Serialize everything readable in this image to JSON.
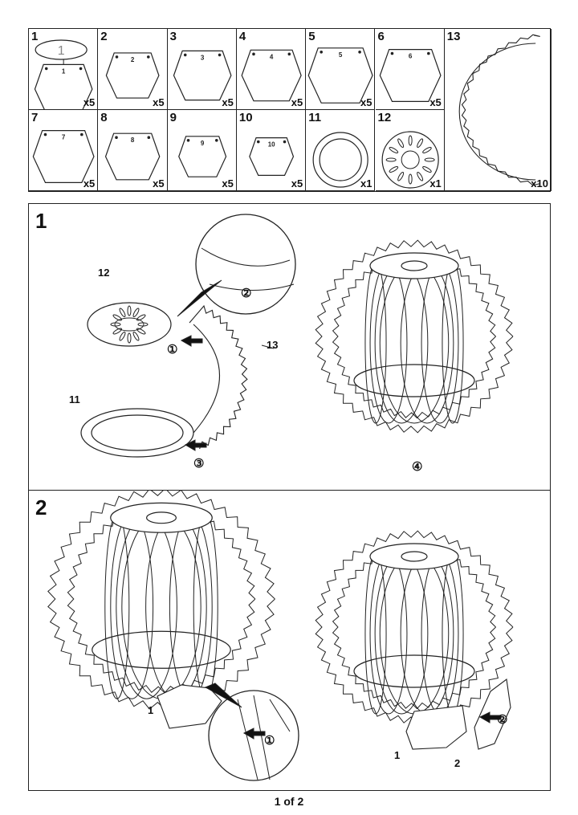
{
  "parts": [
    {
      "num": "1",
      "qty": "x5",
      "label": "1"
    },
    {
      "num": "2",
      "qty": "x5",
      "label": "2"
    },
    {
      "num": "3",
      "qty": "x5",
      "label": "3"
    },
    {
      "num": "4",
      "qty": "x5",
      "label": "4"
    },
    {
      "num": "5",
      "qty": "x5",
      "label": "5"
    },
    {
      "num": "6",
      "qty": "x5",
      "label": "6"
    },
    {
      "num": "13",
      "qty": "x10"
    },
    {
      "num": "7",
      "qty": "x5",
      "label": "7"
    },
    {
      "num": "8",
      "qty": "x5",
      "label": "8"
    },
    {
      "num": "9",
      "qty": "x5",
      "label": "9"
    },
    {
      "num": "10",
      "qty": "x5",
      "label": "10"
    },
    {
      "num": "11",
      "qty": "x1"
    },
    {
      "num": "12",
      "qty": "x1"
    }
  ],
  "step1": {
    "number": "1",
    "labels": {
      "disk": "12",
      "arc": "13",
      "ring": "11",
      "c1": "①",
      "c2": "②",
      "c3": "③",
      "c4": "④"
    }
  },
  "step2": {
    "number": "2",
    "labels": {
      "panel_left": "1",
      "c1_left": "①",
      "panel_right": "1",
      "panel_right2": "2",
      "c2_right": "②"
    }
  },
  "footer": {
    "page": "1 of 2"
  }
}
